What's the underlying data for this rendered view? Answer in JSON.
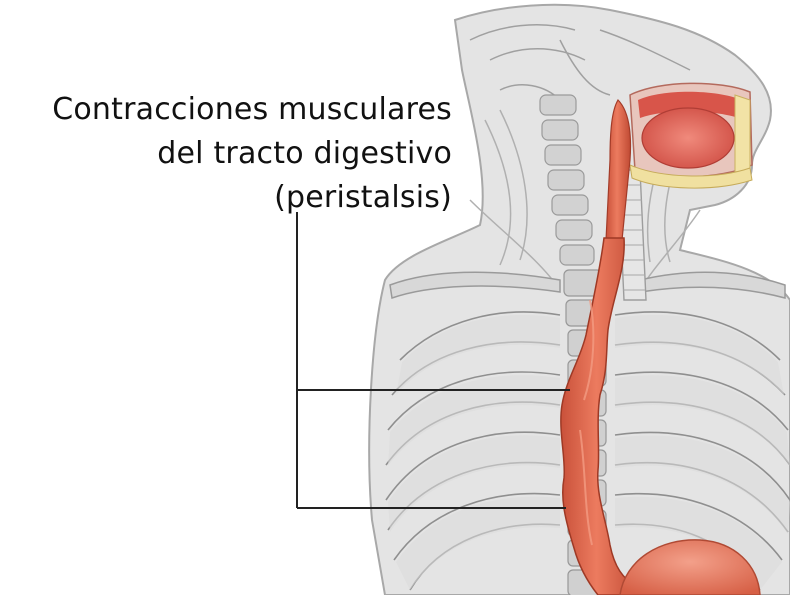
{
  "annotation": {
    "lines": [
      "Contracciones musculares",
      "del tracto digestivo",
      "(peristalsis)"
    ]
  },
  "colors": {
    "anatomy_gray": "#d6d6d6",
    "anatomy_line": "#9a9a9a",
    "esophagus": "#e0674a",
    "esophagus_dark": "#b8432c",
    "mouth_red": "#d8554a",
    "leader_line": "#222222"
  }
}
